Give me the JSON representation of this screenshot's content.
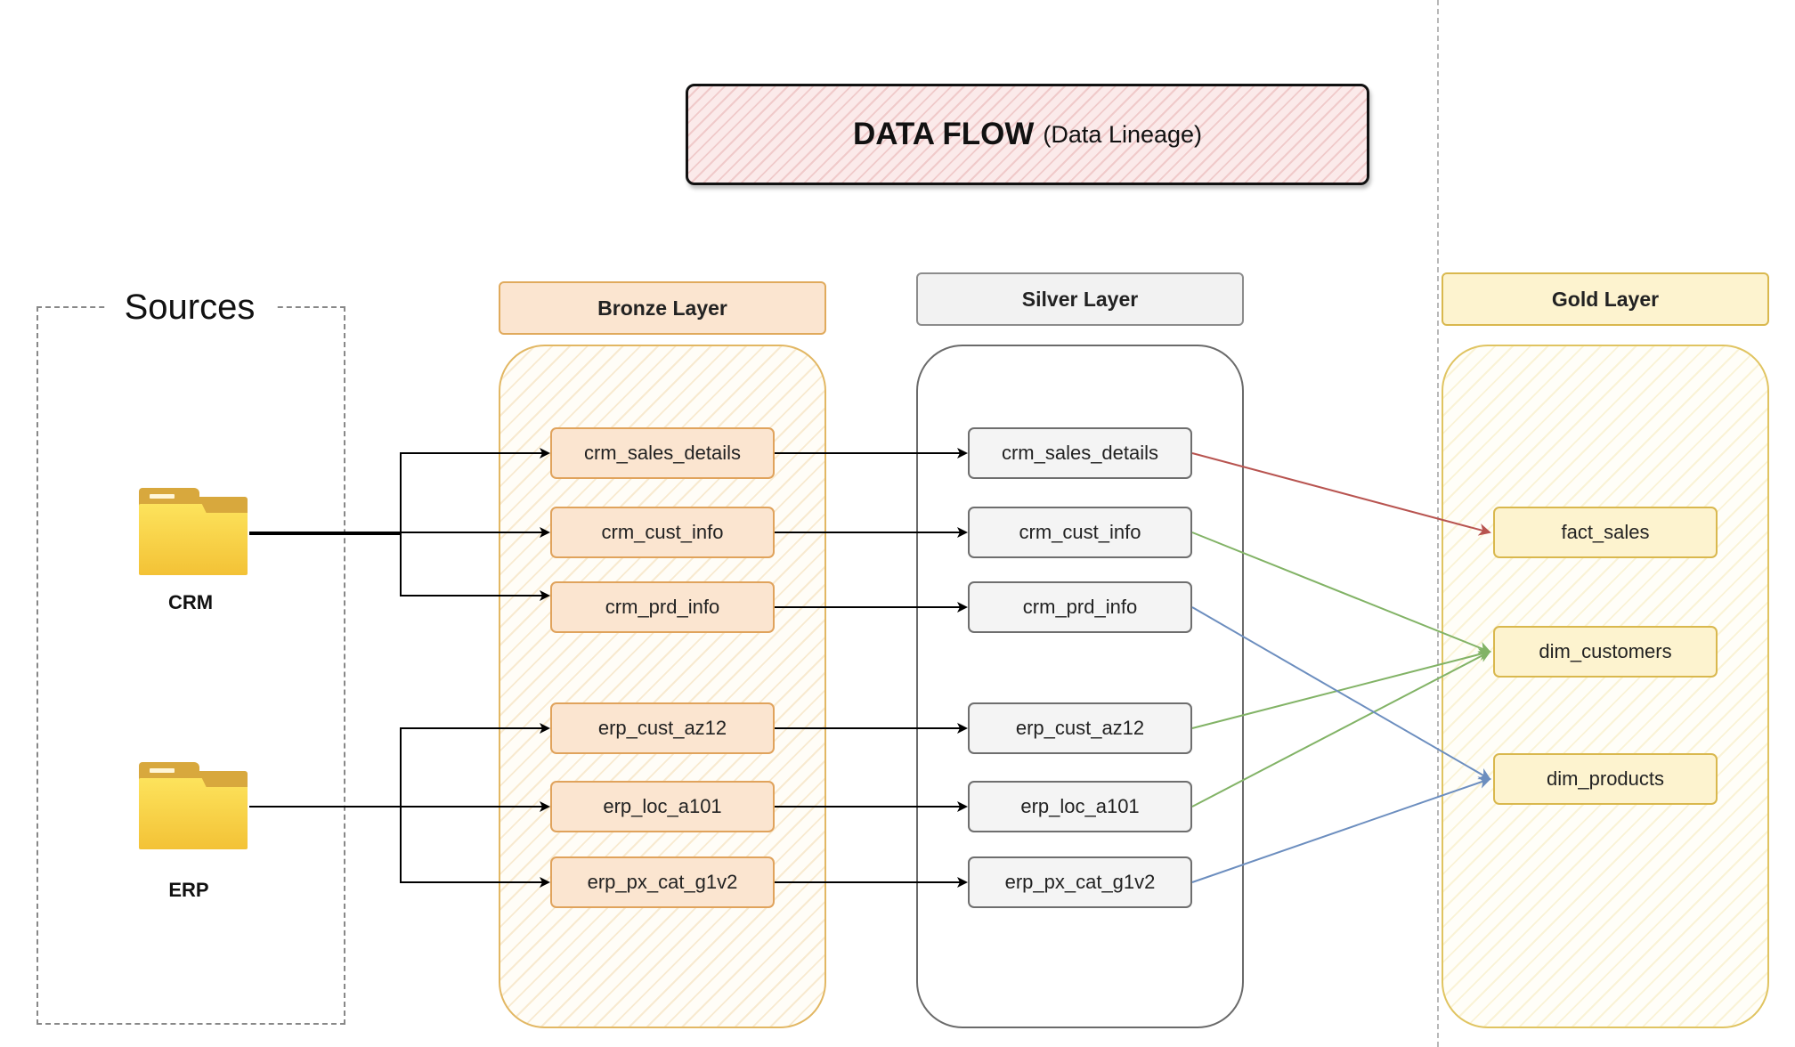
{
  "title": {
    "main": "DATA FLOW",
    "sub": "(Data Lineage)"
  },
  "sources": {
    "label": "Sources",
    "systems": [
      {
        "name": "CRM",
        "icon": "folder-icon"
      },
      {
        "name": "ERP",
        "icon": "folder-icon"
      }
    ]
  },
  "layers": {
    "bronze": {
      "label": "Bronze Layer",
      "tables": [
        "crm_sales_details",
        "crm_cust_info",
        "crm_prd_info",
        "erp_cust_az12",
        "erp_loc_a101",
        "erp_px_cat_g1v2"
      ]
    },
    "silver": {
      "label": "Silver Layer",
      "tables": [
        "crm_sales_details",
        "crm_cust_info",
        "crm_prd_info",
        "erp_cust_az12",
        "erp_loc_a101",
        "erp_px_cat_g1v2"
      ]
    },
    "gold": {
      "label": "Gold Layer",
      "tables": [
        "fact_sales",
        "dim_customers",
        "dim_products"
      ]
    }
  },
  "lineage": {
    "source_to_bronze": [
      {
        "from": "CRM",
        "to": "crm_sales_details"
      },
      {
        "from": "CRM",
        "to": "crm_cust_info"
      },
      {
        "from": "CRM",
        "to": "crm_prd_info"
      },
      {
        "from": "ERP",
        "to": "erp_cust_az12"
      },
      {
        "from": "ERP",
        "to": "erp_loc_a101"
      },
      {
        "from": "ERP",
        "to": "erp_px_cat_g1v2"
      }
    ],
    "bronze_to_silver": [
      "crm_sales_details",
      "crm_cust_info",
      "crm_prd_info",
      "erp_cust_az12",
      "erp_loc_a101",
      "erp_px_cat_g1v2"
    ],
    "silver_to_gold": [
      {
        "from": "crm_sales_details",
        "to": "fact_sales",
        "color": "#b85450"
      },
      {
        "from": "crm_cust_info",
        "to": "dim_customers",
        "color": "#82b366"
      },
      {
        "from": "erp_cust_az12",
        "to": "dim_customers",
        "color": "#82b366"
      },
      {
        "from": "erp_loc_a101",
        "to": "dim_customers",
        "color": "#82b366"
      },
      {
        "from": "crm_prd_info",
        "to": "dim_products",
        "color": "#6c8ebf"
      },
      {
        "from": "erp_px_cat_g1v2",
        "to": "dim_products",
        "color": "#6c8ebf"
      }
    ]
  },
  "colors": {
    "bronze_fill": "#fbe5d0",
    "silver_fill": "#f4f4f4",
    "gold_fill": "#fdf3cf",
    "arrow_default": "#000000"
  }
}
